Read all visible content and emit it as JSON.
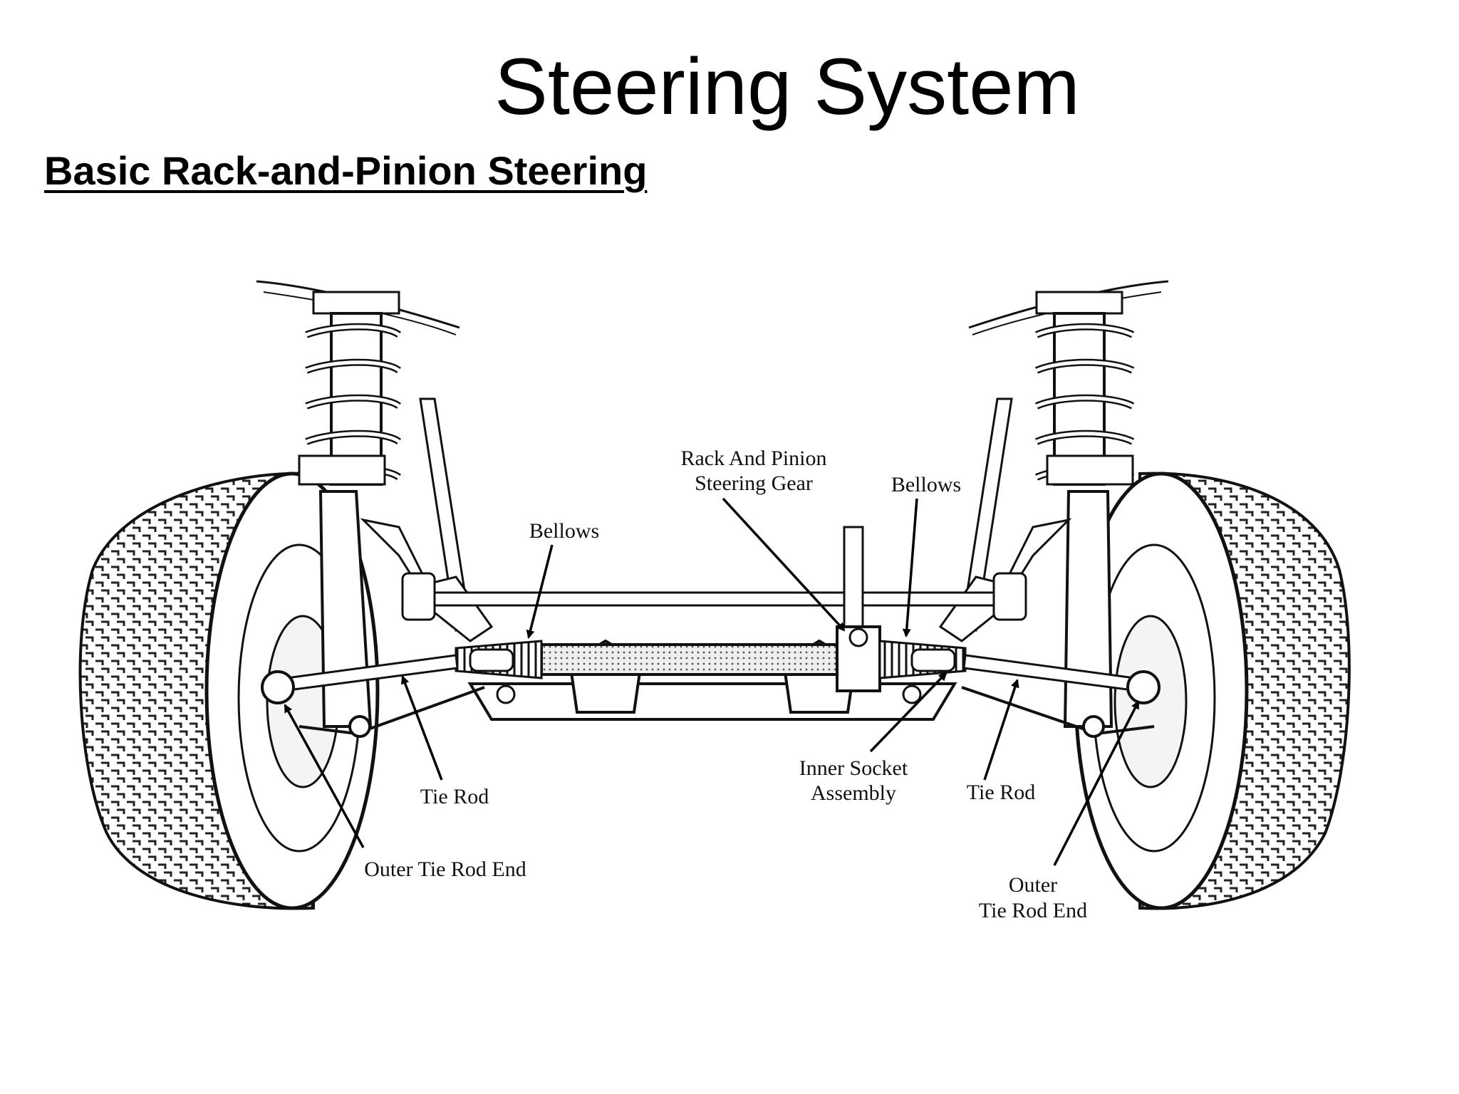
{
  "slide": {
    "title": "Steering System",
    "subtitle": "Basic Rack-and-Pinion Steering"
  },
  "diagram": {
    "labels": {
      "rack_and_pinion_line1": "Rack And Pinion",
      "rack_and_pinion_line2": "Steering Gear",
      "bellows_left": "Bellows",
      "bellows_right": "Bellows",
      "tie_rod_left": "Tie Rod",
      "tie_rod_right": "Tie Rod",
      "inner_socket_line1": "Inner Socket",
      "inner_socket_line2": "Assembly",
      "outer_tie_rod_end_left": "Outer Tie Rod End",
      "outer_tie_rod_end_right_line1": "Outer",
      "outer_tie_rod_end_right_line2": "Tie Rod End"
    }
  }
}
